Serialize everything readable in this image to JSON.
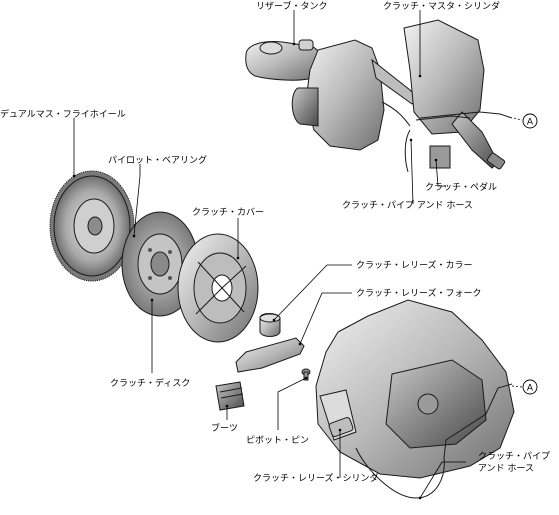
{
  "labels": {
    "reservoir_tank": "リザーブ・タンク",
    "clutch_master_cylinder": "クラッチ・マスタ・シリンダ",
    "dual_mass_flywheel": "デュアルマス・フライホイール",
    "pilot_bearing": "パイロット・ベアリング",
    "clutch_cover": "クラッチ・カバー",
    "clutch_release_collar": "クラッチ・レリーズ・カラー",
    "clutch_release_fork": "クラッチ・レリーズ・フォーク",
    "clutch_pedal": "クラッチ・ペダル",
    "clutch_pipe_hose_top": "クラッチ・パイプ アンド ホース",
    "clutch_disc": "クラッチ・ディスク",
    "boot": "ブーツ",
    "pivot_pin": "ピボット・ピン",
    "clutch_release_cylinder": "クラッチ・レリーズ・シリンダ",
    "clutch_pipe_hose_bottom_line1": "クラッチ・パイプ",
    "clutch_pipe_hose_bottom_line2": "アンド ホース"
  },
  "markers": {
    "connector_top": "A",
    "connector_bottom": "A"
  }
}
